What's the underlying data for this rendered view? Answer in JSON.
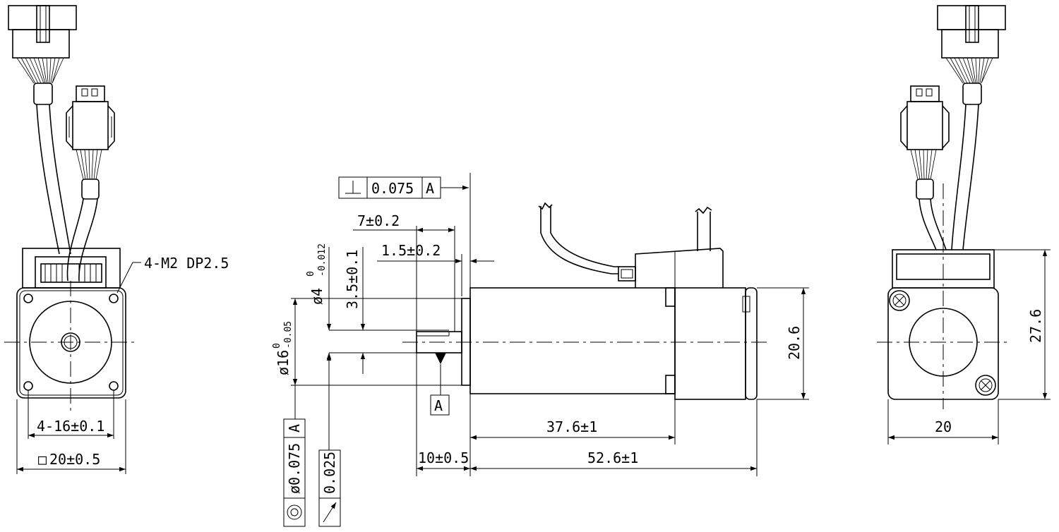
{
  "labels": {
    "thread": "4-M2 DP2.5",
    "bolt_pitch": "4-16±0.1",
    "square_prefix": "□",
    "square": "20±0.5",
    "perp_value": "0.075",
    "datum": "A",
    "len_7": "7±0.2",
    "len_1_5": "1.5±0.2",
    "shaft_dia": "ø4",
    "shaft_dia_upper": "0",
    "shaft_dia_lower": "-0.012",
    "flat_3_5": "3.5±0.1",
    "pilot_dia": "ø16",
    "pilot_dia_upper": "0",
    "pilot_dia_lower": "-0.05",
    "height_20_6": "20.6",
    "len_37_6": "37.6±1",
    "len_10": "10±0.5",
    "len_52_6": "52.6±1",
    "conc_value": "ø0.075",
    "runout_value": "0.025",
    "height_27_6": "27.6",
    "width_20": "20"
  },
  "icons": {
    "perpendicularity": "perpendicularity-symbol",
    "concentricity": "concentricity-symbol",
    "runout": "runout-arrow-symbol"
  }
}
